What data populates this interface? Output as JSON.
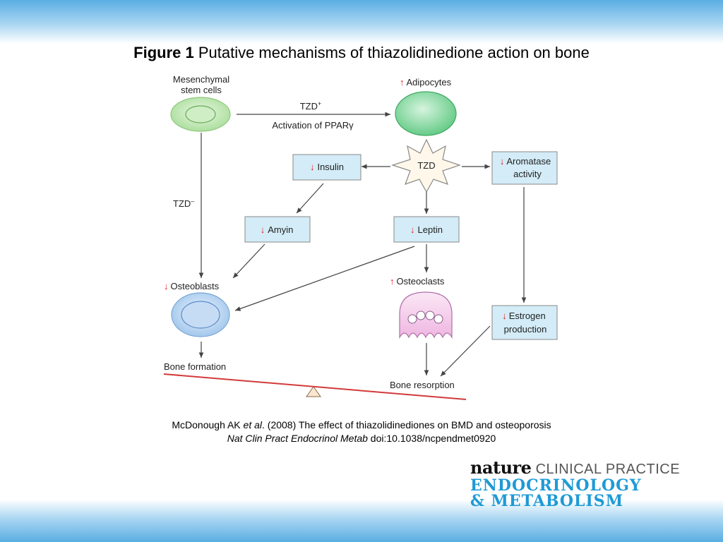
{
  "title": {
    "figure_label": "Figure 1",
    "text": " Putative mechanisms of thiazolidinedione action on bone"
  },
  "diagram": {
    "mesenchymal_line1": "Mesenchymal",
    "mesenchymal_line2": "stem cells",
    "adipocytes": "Adipocytes",
    "tzd_plus": "TZD",
    "tzd_plus_sup": "+",
    "activation": "Activation of PPARγ",
    "tzd_minus": "TZD",
    "tzd_minus_sup": "–",
    "tzd_center": "TZD",
    "insulin": "Insulin",
    "aromatase_line1": "Aromatase",
    "aromatase_line2": "activity",
    "amyin": "Amyin",
    "leptin": "Leptin",
    "osteoblasts": "Osteoblasts",
    "osteoclasts": "Osteoclasts",
    "estrogen_line1": "Estrogen",
    "estrogen_line2": "production",
    "bone_formation": "Bone formation",
    "bone_resorption": "Bone resorption",
    "up_arrow": "↑",
    "down_arrow": "↓"
  },
  "citation": {
    "line1_pre": "McDonough AK ",
    "line1_etal": "et al",
    "line1_post": ". (2008) The effect of thiazolidinediones on BMD and osteoporosis",
    "line2_journal": "Nat Clin Pract Endocrinol Metab",
    "line2_doi": " doi:10.1038/ncpendmet0920"
  },
  "logo": {
    "nature": "nature",
    "clinical_practice": "CLINICAL PRACTICE",
    "line2": "ENDOCRINOLOGY",
    "line3": "& METABOLISM"
  },
  "colors": {
    "band_blue": "#5aaee3",
    "box_fill": "#d3ecf7",
    "arrow_red": "#e02020",
    "logo_blue": "#1e9ad6",
    "balance_line": "#d33a3a"
  }
}
